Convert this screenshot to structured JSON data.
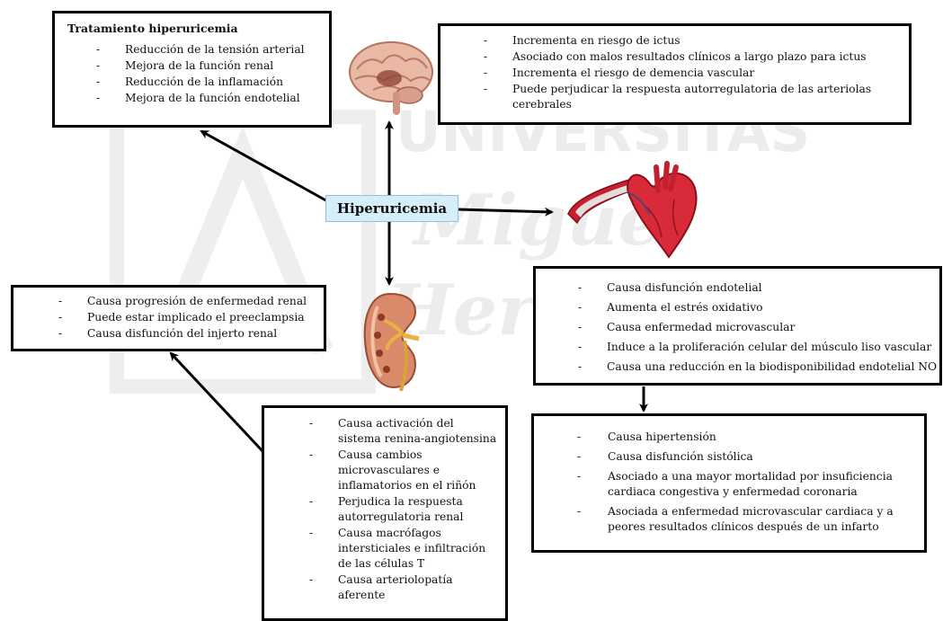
{
  "center_label": "Hiperuricemia",
  "treatment": {
    "title": "Tratamiento hiperuricemia",
    "items": [
      "Reducción de la tensión arterial",
      "Mejora de la función renal",
      "Reducción de la inflamación",
      "Mejora de la función endotelial"
    ]
  },
  "brain_effects": {
    "items": [
      "Incrementa en riesgo de ictus",
      "Asociado con malos resultados clínicos a largo plazo para ictus",
      "Incrementa el riesgo de demencia vascular",
      "Puede perjudicar la respuesta autorregulatoria de las arteriolas cerebrales"
    ]
  },
  "kidney_effects": {
    "items": [
      "Causa progresión de enfermedad renal",
      "Puede estar implicado el preeclampsia",
      "Causa disfunción del injerto renal"
    ]
  },
  "vascular_effects": {
    "items": [
      "Causa disfunción endotelial",
      "Aumenta el estrés oxidativo",
      "Causa enfermedad microvascular",
      "Induce a la proliferación celular del músculo liso vascular",
      "Causa una reducción en la biodisponibilidad endotelial NO"
    ]
  },
  "renal_mechanisms": {
    "items": [
      "Causa activación del sistema renina-angiotensina",
      "Causa cambios microvasculares e inflamatorios en el riñón",
      "Perjudica la respuesta autorregulatoria renal",
      "Causa macrófagos intersticiales e infiltración de las células T",
      "Causa  arteriolopatía aferente"
    ]
  },
  "cardiac_effects": {
    "items": [
      "Causa hipertensión",
      "Causa disfunción sistólica",
      "Asociado a una mayor mortalidad por insuficiencia cardiaca congestiva y enfermedad coronaria",
      "Asociada a enfermedad microvascular cardiaca y a peores resultados clínicos después de un infarto"
    ]
  },
  "watermark": {
    "line1": "UNIVERSITAS",
    "line2": "Miguel",
    "line3": "Hernández"
  },
  "colors": {
    "center_fill": "#d6eef8",
    "box_border": "#000000",
    "watermark": "#ececec"
  },
  "icons": [
    "brain-icon",
    "heart-vessel-icon",
    "kidney-icon"
  ]
}
